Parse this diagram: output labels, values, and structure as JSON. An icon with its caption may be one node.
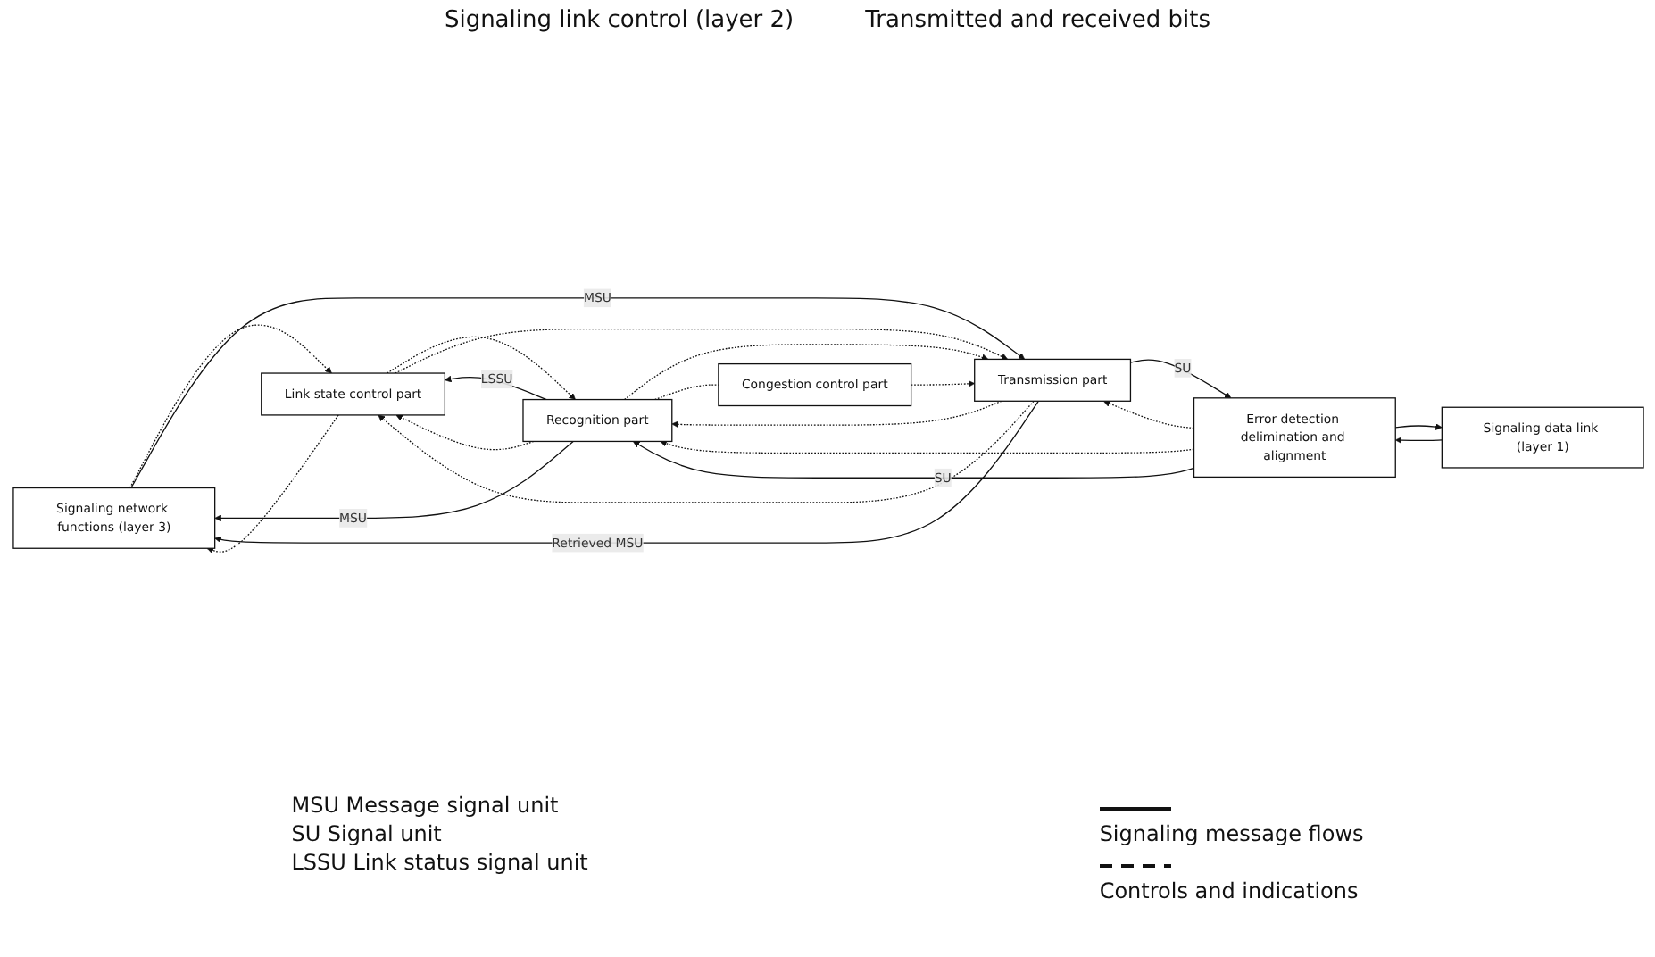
{
  "diagram": {
    "nodes": [
      {
        "text": [
          "Signaling network functions (layer 3)"
        ]
      },
      {
        "text": [
          "Link state control part"
        ]
      },
      {
        "text": [
          "Recognition part"
        ]
      },
      {
        "text": [
          "Congestion control part"
        ]
      },
      {
        "text": [
          "Transmission part"
        ]
      },
      {
        "text": [
          "Error detection delimination and alignment"
        ]
      },
      {
        "text": [
          "Signaling data link (layer 1)"
        ]
      }
    ],
    "edges": [
      {
        "from": 2,
        "to": 0,
        "arrow": "to",
        "label": "MSU"
      },
      {
        "from": 2,
        "to": 1,
        "arrow": "to",
        "label": "LSSU"
      },
      {
        "from": 1,
        "to": 2,
        "arrow": "to",
        "style": "dashed"
      },
      {
        "from": 2,
        "to": 1,
        "arrow": "to",
        "style": "dashed"
      },
      {
        "from": 0,
        "to": 1,
        "arrow": "to",
        "style": "dashed"
      },
      {
        "from": 1,
        "to": 0,
        "arrow": "to",
        "style": "dashed"
      },
      {
        "from": 5,
        "to": 2,
        "arrow": "to",
        "style": "dashed"
      },
      {
        "from": 5,
        "to": 2,
        "arrow": "to",
        "label": "SU"
      },
      {
        "from": 2,
        "to": 4,
        "arrow": "to",
        "style": "dashed"
      },
      {
        "from": 2,
        "to": 3,
        "arrow": "none",
        "style": "dashed"
      },
      {
        "from": 3,
        "to": 4,
        "arrow": "to",
        "style": "dashed"
      },
      {
        "from": 4,
        "to": 2,
        "arrow": "to",
        "style": "dashed"
      },
      {
        "from": 4,
        "to": 5,
        "arrow": "to",
        "label": "SU"
      },
      {
        "from": 1,
        "to": 4,
        "arrow": "to",
        "style": "dashed"
      },
      {
        "from": 4,
        "to": 1,
        "arrow": "to",
        "style": "dashed"
      },
      {
        "from": 4,
        "to": 0,
        "arrow": "to",
        "label": "Retrieved MSU"
      },
      {
        "from": 0,
        "to": 4,
        "arrow": "to",
        "label": "MSU"
      },
      {
        "from": 5,
        "to": 4,
        "arrow": "to",
        "style": "dashed"
      },
      {
        "from": 6,
        "to": 5,
        "arrow": "to"
      },
      {
        "from": 5,
        "to": 6,
        "arrow": "to"
      }
    ],
    "labels": [
      "Signaling link control (layer 2)",
      "Transmitted and received bits",
      "MSU Message signal unit",
      "SU Signal unit",
      "LSSU Link status signal unit"
    ],
    "legend": [
      {
        "text": "Signaling message flows"
      },
      {
        "text": "Controls and indications"
      }
    ]
  }
}
